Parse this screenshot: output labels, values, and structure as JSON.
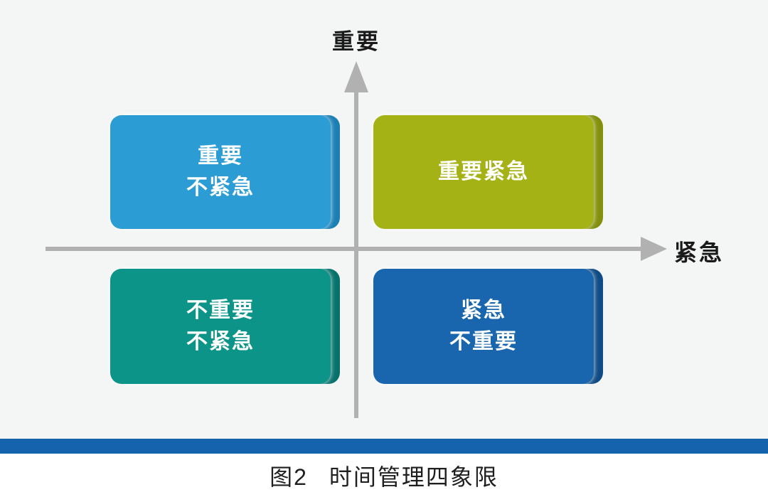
{
  "figure": {
    "background_color": "#f4f5f5",
    "axes": {
      "y_label": "重要",
      "x_label": "紧急",
      "axis_color": "#b1b1b1",
      "label_color": "#1a1a1a"
    },
    "quadrants": [
      {
        "name": "important-not-urgent",
        "position": "top-left",
        "color": "#2c9cd5",
        "edge_color": "#1b7fb4",
        "lines": [
          "重要",
          "不紧急"
        ]
      },
      {
        "name": "important-urgent",
        "position": "top-right",
        "color": "#a5b216",
        "edge_color": "#82900c",
        "lines": [
          "重要紧急"
        ]
      },
      {
        "name": "not-important-not-urgent",
        "position": "bottom-left",
        "color": "#0d9489",
        "edge_color": "#07716b",
        "lines": [
          "不重要",
          "不紧急"
        ]
      },
      {
        "name": "urgent-not-important",
        "position": "bottom-right",
        "color": "#1a66ae",
        "edge_color": "#0f4c85",
        "lines": [
          "紧急",
          "不重要"
        ]
      }
    ],
    "card_text_color": "#ffffff",
    "divider_bar_color": "#1463ac",
    "caption": {
      "figure_number": "图2",
      "title": "时间管理四象限"
    }
  }
}
